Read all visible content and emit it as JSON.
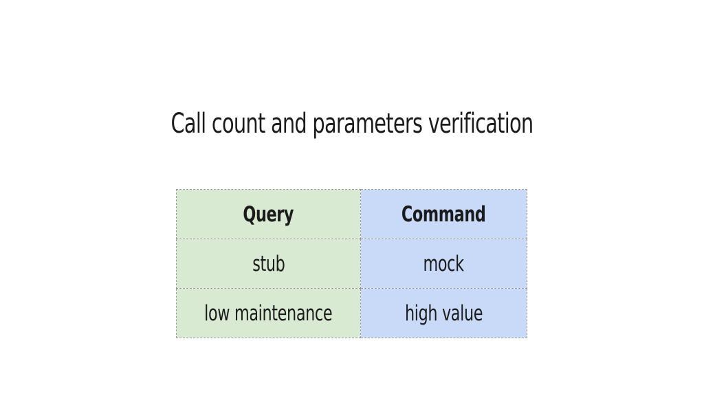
{
  "slide": {
    "title": "Call count and parameters verification"
  },
  "table": {
    "headers": [
      "Query",
      "Command"
    ],
    "rows": [
      [
        "stub",
        "mock"
      ],
      [
        "low maintenance",
        "high value"
      ]
    ]
  },
  "colors": {
    "query_column_bg": "#d9ead3",
    "command_column_bg": "#c9daf8",
    "border": "#9a9a9a",
    "text": "#1b1b1b"
  }
}
